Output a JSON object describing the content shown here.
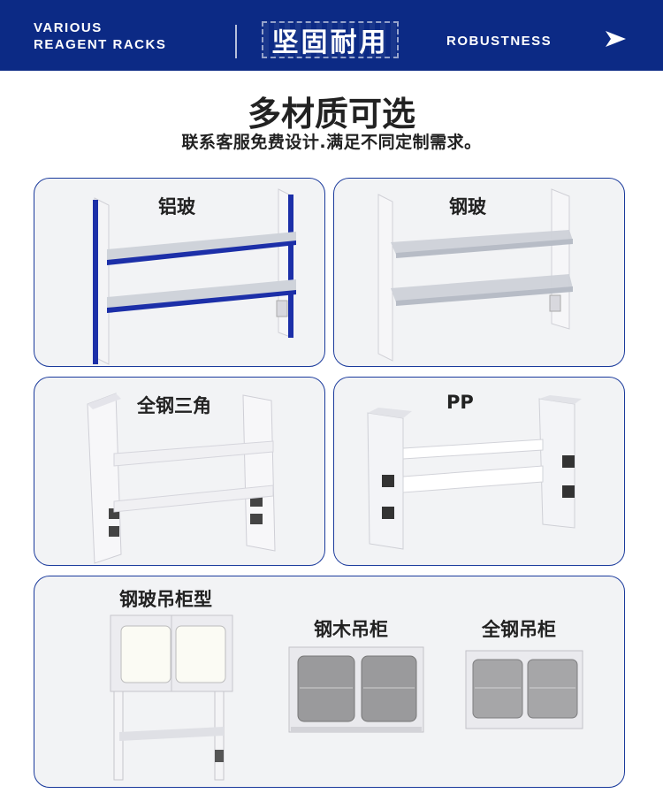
{
  "header": {
    "left_line1": "VARIOUS",
    "left_line2": "REAGENT RACKS",
    "center_title": "坚固耐用",
    "right_text": "ROBUSTNESS",
    "arrow_icon": "arrow-right-icon"
  },
  "heading": {
    "title": "多材质可选",
    "subtitle": "联系客服免费设计.满足不同定制需求。"
  },
  "cards": [
    {
      "label": "铝玻"
    },
    {
      "label": "钢玻"
    },
    {
      "label": "全钢三角"
    },
    {
      "label": "PP"
    },
    {
      "label": "钢玻吊柜型"
    },
    {
      "label": "钢木吊柜"
    },
    {
      "label": "全钢吊柜"
    }
  ],
  "colors": {
    "brand_blue": "#0c2a85",
    "card_border": "#1a3a9c",
    "card_bg": "#f2f3f5",
    "accent_blue_trim": "#1c2fa8"
  }
}
